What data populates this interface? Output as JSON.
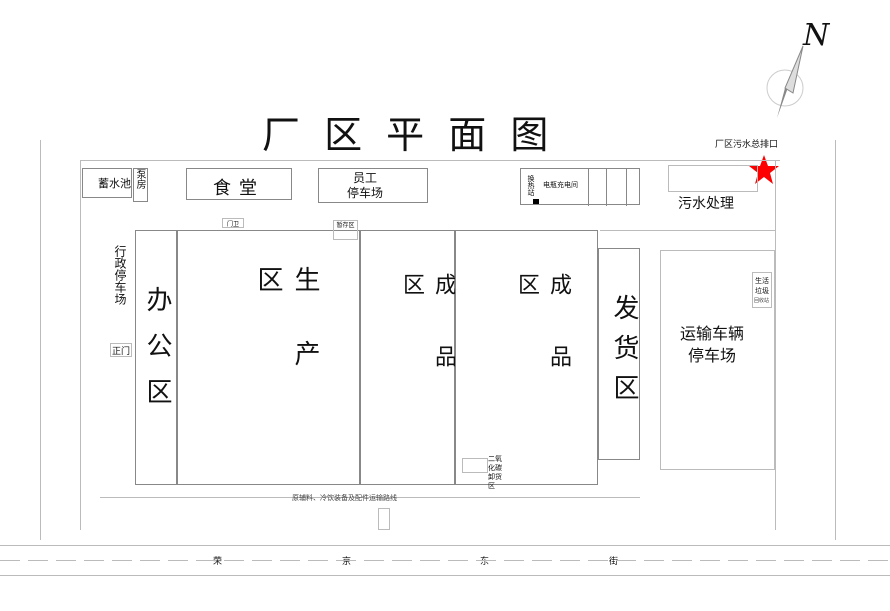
{
  "title": "厂 区 平 面 图",
  "compass": {
    "label": "N"
  },
  "outfall": {
    "label": "厂区污水总排口",
    "marker_color": "#ff0000"
  },
  "facilities": {
    "reservoir": "蓄水池",
    "pump_room": "泵房",
    "canteen": "食堂",
    "staff_parking": "员工\n停车场",
    "heat_exchange": "换热站",
    "ev_charging": "电瓶充电间",
    "sewage": "污水处理",
    "admin_parking": "行政停车场",
    "main_gate": "正门",
    "office": "办公区",
    "production": "生产区",
    "finished_goods_1": "成品区",
    "finished_goods_2": "成品区",
    "shipping": "发货区",
    "transport_parking": "运输车辆\n停车场",
    "domestic_waste": "生活垃圾",
    "co2_unloading": "二氧化碳卸货区",
    "temp_storage": "暂存区",
    "small_room": "门卫",
    "small_label": "回收站",
    "bottom_note": "原辅料、冷饮装备及配件运输路线"
  },
  "street": {
    "chars": [
      "荣",
      "京",
      "东",
      "街"
    ]
  }
}
